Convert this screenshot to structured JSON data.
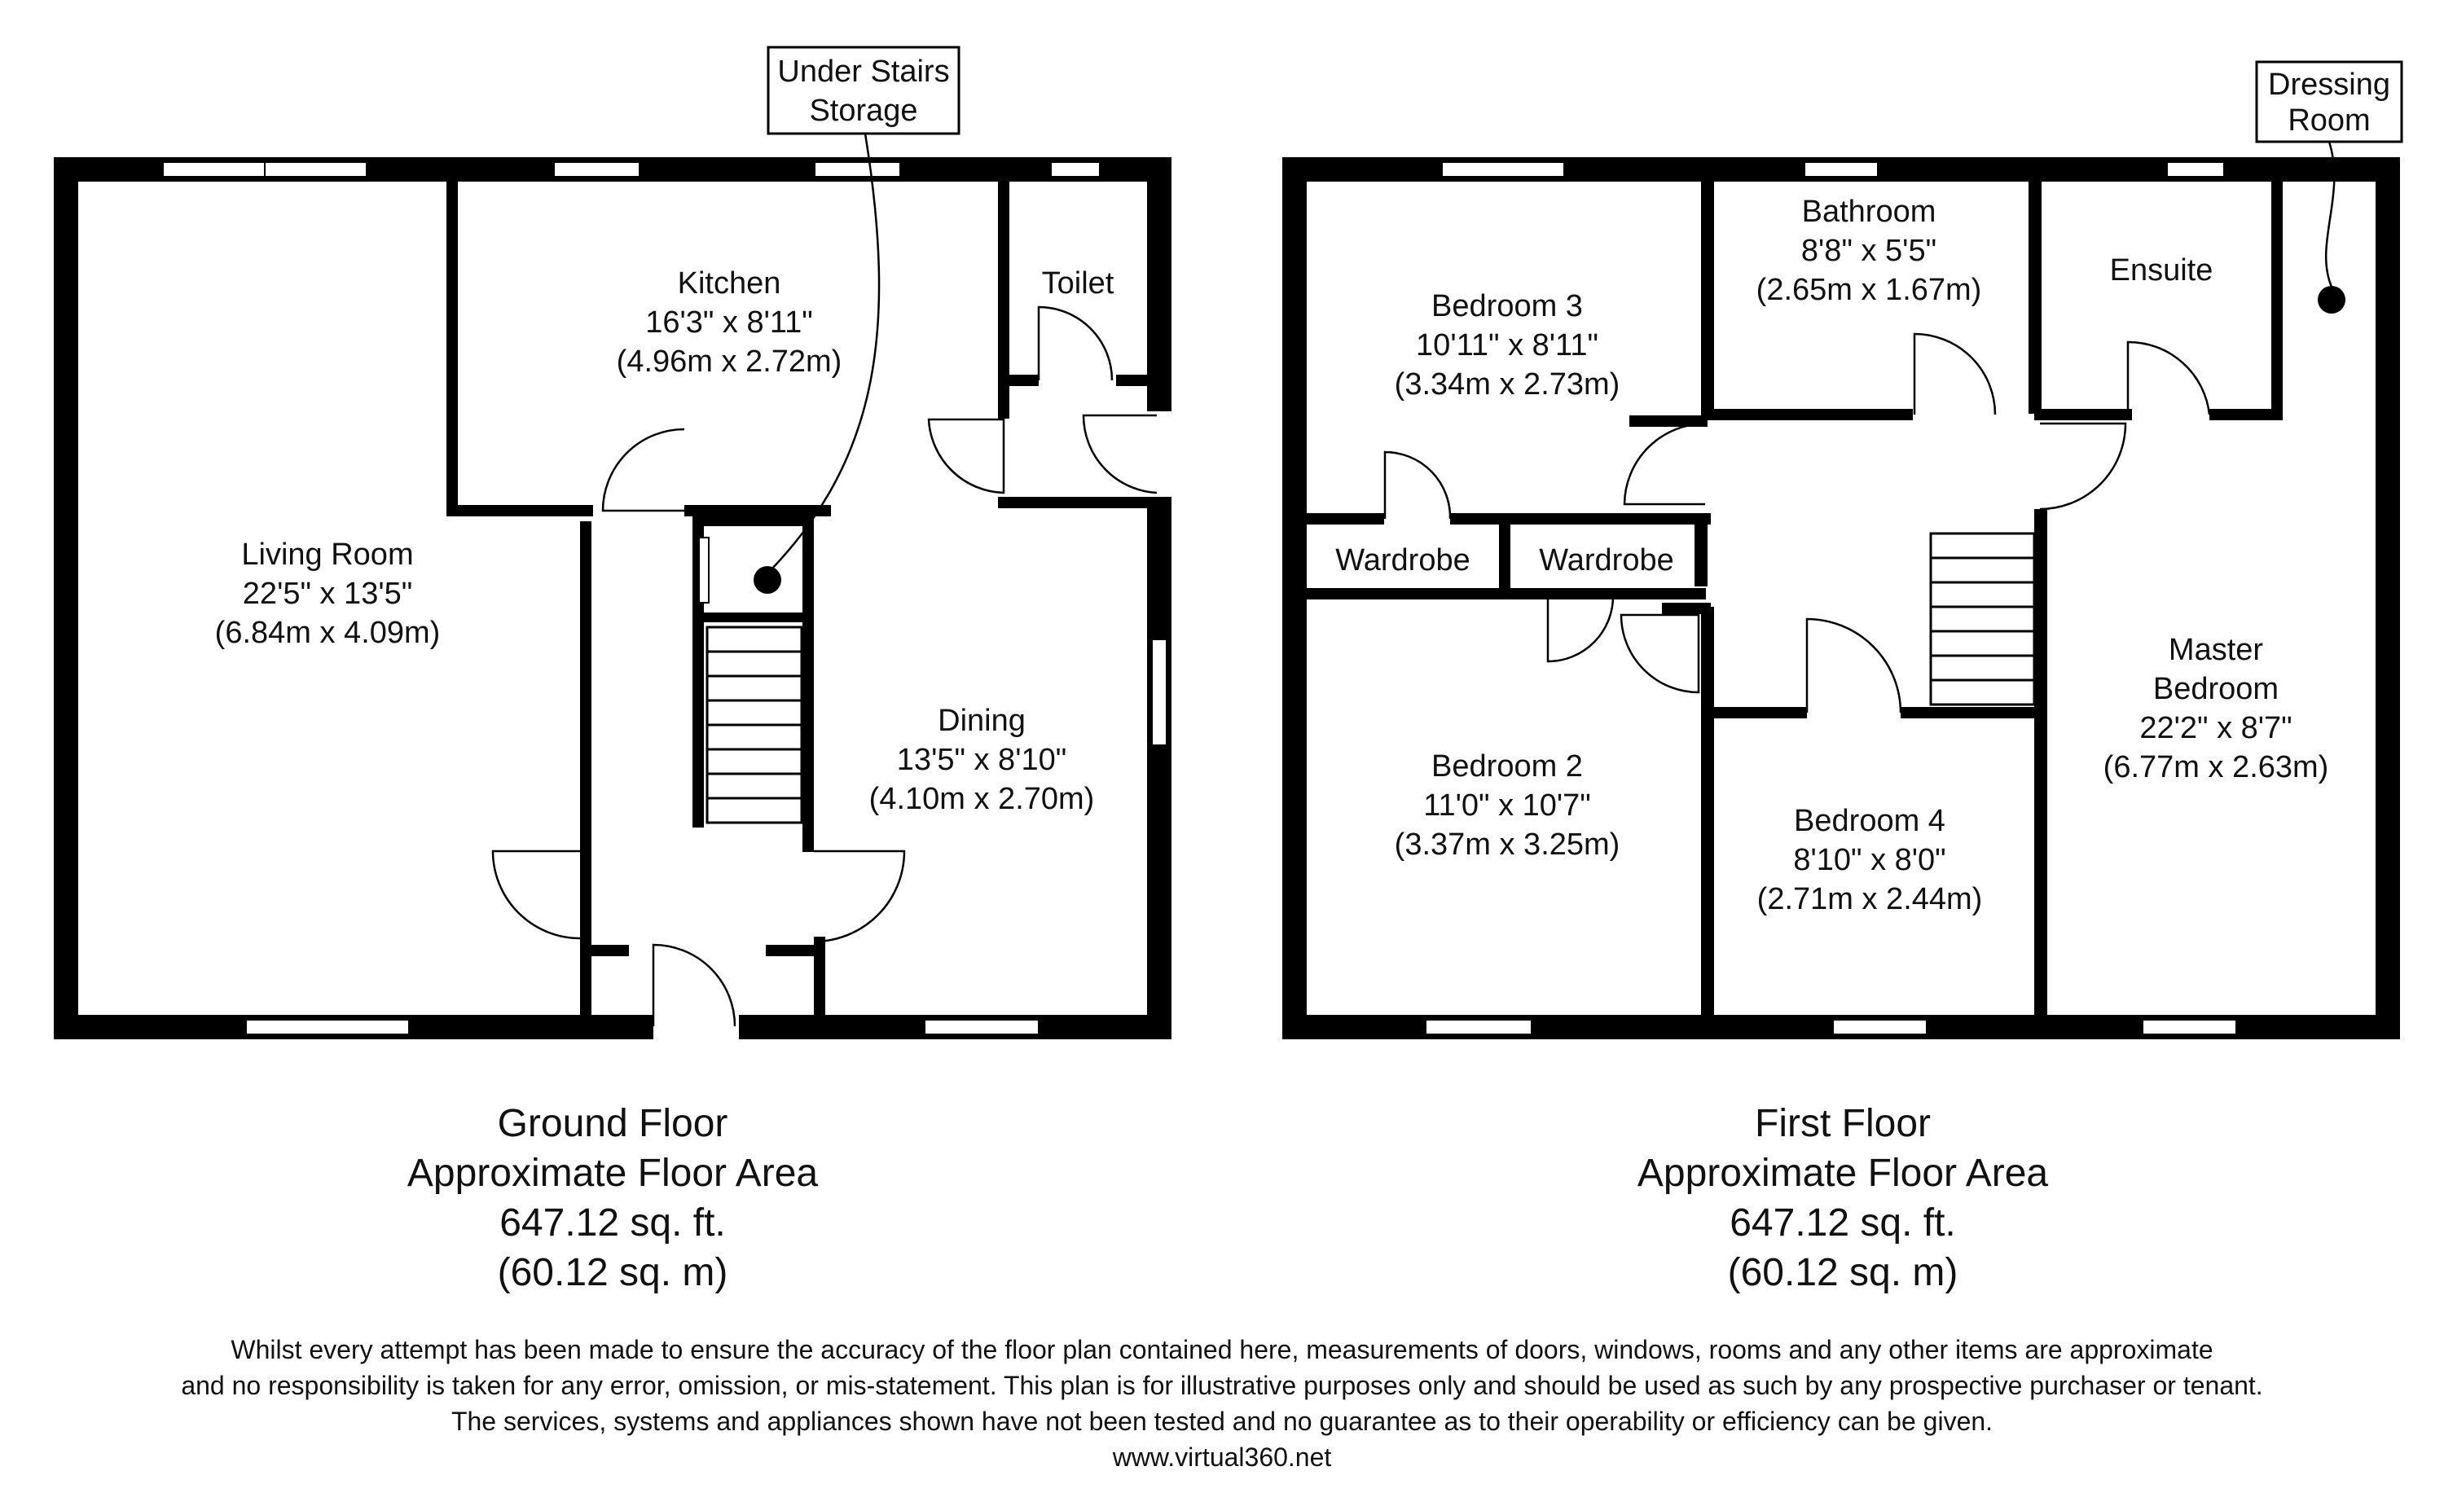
{
  "ground_floor": {
    "rooms": {
      "kitchen": {
        "name": "Kitchen",
        "imperial": "16'3\" x 8'11\"",
        "metric": "(4.96m x 2.72m)"
      },
      "toilet": {
        "name": "Toilet"
      },
      "living": {
        "name": "Living Room",
        "imperial": "22'5\" x 13'5\"",
        "metric": "(6.84m x 4.09m)"
      },
      "dining": {
        "name": "Dining",
        "imperial": "13'5\" x 8'10\"",
        "metric": "(4.10m x 2.70m)"
      }
    },
    "callout": {
      "line1": "Under Stairs",
      "line2": "Storage"
    },
    "title": "Ground Floor",
    "area_label": "Approximate Floor Area",
    "area_sqft": "647.12 sq. ft.",
    "area_sqm": "(60.12 sq. m)"
  },
  "first_floor": {
    "rooms": {
      "bedroom3": {
        "name": "Bedroom 3",
        "imperial": "10'11\" x 8'11\"",
        "metric": "(3.34m x 2.73m)"
      },
      "bathroom": {
        "name": "Bathroom",
        "imperial": "8'8\" x 5'5\"",
        "metric": "(2.65m x 1.67m)"
      },
      "ensuite": {
        "name": "Ensuite"
      },
      "wardrobe1": {
        "name": "Wardrobe"
      },
      "wardrobe2": {
        "name": "Wardrobe"
      },
      "master": {
        "name1": "Master",
        "name2": "Bedroom",
        "imperial": "22'2\" x 8'7\"",
        "metric": "(6.77m x 2.63m)"
      },
      "bedroom2": {
        "name": "Bedroom 2",
        "imperial": "11'0\" x 10'7\"",
        "metric": "(3.37m x 3.25m)"
      },
      "bedroom4": {
        "name": "Bedroom 4",
        "imperial": "8'10\" x 8'0\"",
        "metric": "(2.71m x 2.44m)"
      }
    },
    "callout": {
      "line1": "Dressing",
      "line2": "Room"
    },
    "title": "First Floor",
    "area_label": "Approximate Floor Area",
    "area_sqft": "647.12 sq. ft.",
    "area_sqm": "(60.12 sq. m)"
  },
  "disclaimer": {
    "line1": "Whilst every attempt has been made to ensure the accuracy of the floor plan contained here, measurements of doors, windows, rooms and any other items are approximate",
    "line2": "and no responsibility is taken for any error, omission, or mis-statement. This plan is for illustrative purposes only and should be used as such by any prospective purchaser or tenant.",
    "line3": "The services, systems and appliances shown have not been tested and no guarantee as to their operability or efficiency can be given.",
    "website": "www.virtual360.net"
  }
}
